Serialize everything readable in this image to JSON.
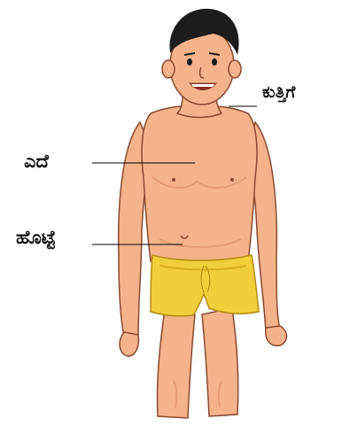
{
  "labels": {
    "neck": "ಕುತ್ತಿಗೆ",
    "chest": "ಎದೆ",
    "belly": "ಹೊಟ್ಟೆ"
  },
  "colors": {
    "skin": "#f4b38b",
    "skin_shadow": "#e59a72",
    "outline": "#8a4a2e",
    "hair": "#1c1c1c",
    "shorts": "#f2cf3a",
    "shorts_shadow": "#d9ab1e",
    "leader_line": "#000000"
  }
}
